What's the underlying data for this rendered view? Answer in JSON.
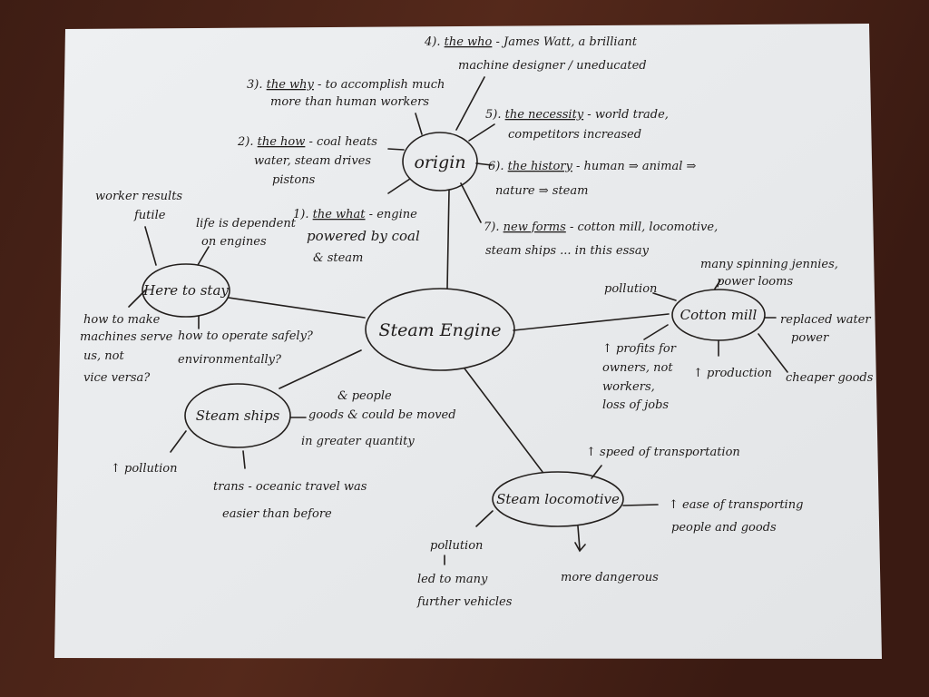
{
  "center": "Steam Engine",
  "origin": {
    "label": "origin",
    "items": [
      {
        "num": "1).",
        "key": "the what",
        "rest": "- engine",
        "lines": [
          "powered by coal",
          "& steam"
        ]
      },
      {
        "num": "2).",
        "key": "the how",
        "rest": "- coal heats",
        "lines": [
          "water, steam drives",
          "pistons"
        ]
      },
      {
        "num": "3).",
        "key": "the why",
        "rest": "- to accomplish much",
        "lines": [
          "more than human workers"
        ]
      },
      {
        "num": "4).",
        "key": "the who",
        "rest": "- James Watt, a brilliant",
        "lines": [
          "machine designer / uneducated"
        ]
      },
      {
        "num": "5).",
        "key": "the necessity",
        "rest": "- world trade,",
        "lines": [
          "competitors increased"
        ]
      },
      {
        "num": "6).",
        "key": "the history",
        "rest": "- human ⇒ animal ⇒",
        "lines": [
          "nature ⇒ steam"
        ]
      },
      {
        "num": "7).",
        "key": "new forms",
        "rest": "- cotton mill, locomotive,",
        "lines": [
          "steam ships ... in this essay"
        ]
      }
    ]
  },
  "here_to_stay": {
    "label": "Here to stay",
    "notes": [
      [
        "worker results",
        "futile"
      ],
      [
        "life is dependent",
        "on engines"
      ],
      [
        "how to make",
        "machines serve",
        "us, not",
        "vice versa?"
      ],
      [
        "how to operate safely?",
        "environmentally?"
      ]
    ]
  },
  "cotton_mill": {
    "label": "Cotton mill",
    "notes": [
      [
        "many spinning jennies,",
        "power looms"
      ],
      [
        "pollution"
      ],
      [
        "replaced water",
        "power"
      ],
      [
        "↑ profits for",
        "owners, not",
        "workers,",
        "loss of jobs"
      ],
      [
        "↑ production"
      ],
      [
        "cheaper goods"
      ]
    ]
  },
  "steam_ships": {
    "label": "Steam ships",
    "notes": [
      [
        "& people",
        "goods & could be moved",
        "in greater quantity"
      ],
      [
        "↑ pollution"
      ],
      [
        "trans - oceanic travel was",
        "easier than before"
      ]
    ]
  },
  "steam_locomotive": {
    "label": "Steam locomotive",
    "notes": [
      [
        "↑ speed of transportation"
      ],
      [
        "↑ ease of transporting",
        "people and goods"
      ],
      [
        "pollution",
        "led to many",
        "further vehicles"
      ],
      [
        "more dangerous"
      ]
    ]
  }
}
